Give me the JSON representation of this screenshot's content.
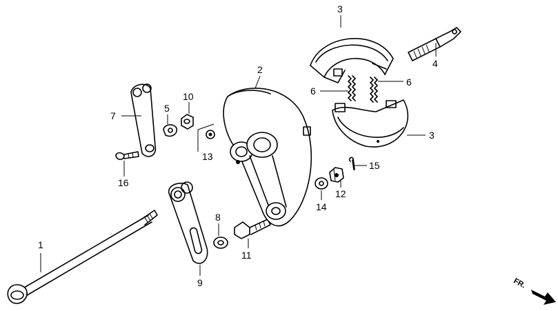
{
  "callouts": {
    "c1": "1",
    "c2": "2",
    "c3a": "3",
    "c3b": "3",
    "c4": "4",
    "c5": "5",
    "c6a": "6",
    "c6b": "6",
    "c7": "7",
    "c8": "8",
    "c9": "9",
    "c10": "10",
    "c11": "11",
    "c12": "12",
    "c13": "13",
    "c14": "14",
    "c15": "15",
    "c16": "16"
  },
  "direction_label": "FR."
}
